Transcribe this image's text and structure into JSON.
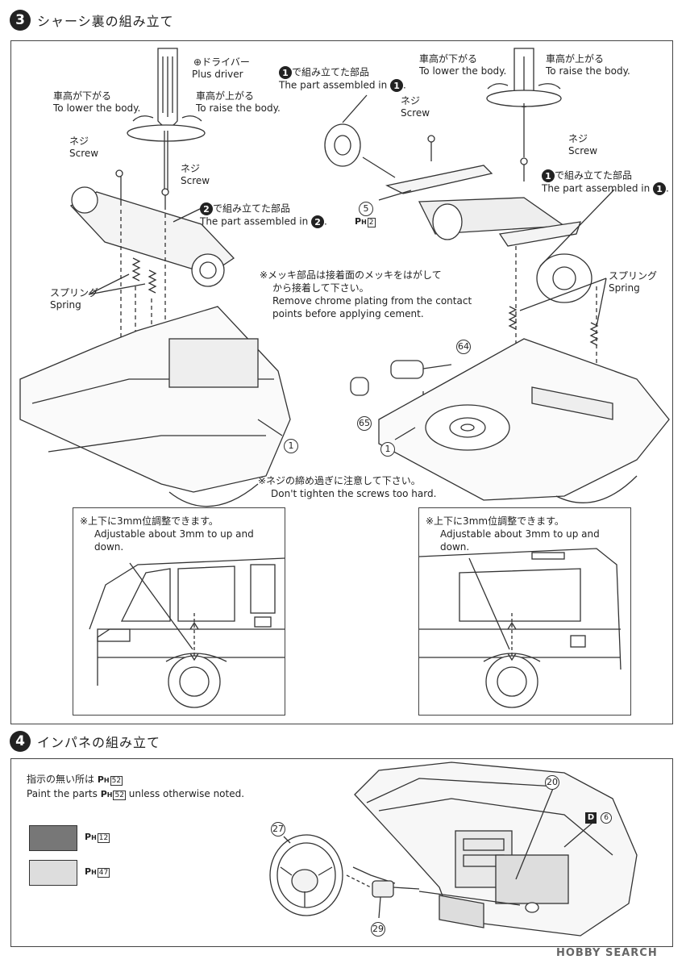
{
  "step3": {
    "number": "3",
    "title": "シャーシ裏の組み立て",
    "left": {
      "driver_jp": "ドライバー",
      "driver_en": "Plus driver",
      "lower_jp": "車高が下がる",
      "lower_en": "To lower the body.",
      "raise_jp": "車高が上がる",
      "raise_en": "To raise the body.",
      "screw1_jp": "ネジ",
      "screw1_en": "Screw",
      "screw2_jp": "ネジ",
      "screw2_en": "Screw",
      "assembled_num": "2",
      "assembled_jp": "で組み立てた部品",
      "assembled_en": "The part assembled in",
      "spring_jp": "スプリング",
      "spring_en": "Spring",
      "part1": "1"
    },
    "right": {
      "assembled1_num": "1",
      "assembled1_jp": "で組み立てた部品",
      "assembled1_en": "The part assembled in",
      "lower_jp": "車高が下がる",
      "lower_en": "To lower the body.",
      "raise_jp": "車高が上がる",
      "raise_en": "To raise the body.",
      "screw1_jp": "ネジ",
      "screw1_en": "Screw",
      "screw2_jp": "ネジ",
      "screw2_en": "Screw",
      "assembled2_num": "1",
      "assembled2_jp": "で組み立てた部品",
      "assembled2_en": "The part assembled in",
      "part5": "5",
      "ph_letter": "P",
      "ph_sub": "H",
      "ph_num": "2",
      "spring_jp": "スプリング",
      "spring_en": "Spring",
      "part64": "64",
      "part65": "65",
      "part1": "1"
    },
    "chrome_note_jp1": "※メッキ部品は接着面のメッキをはがして",
    "chrome_note_jp2": "から接着して下さい。",
    "chrome_note_en1": "Remove chrome plating from the contact",
    "chrome_note_en2": "points before applying cement.",
    "screw_note_jp": "※ネジの締め過ぎに注意して下さい。",
    "screw_note_en": "Don't tighten the screws  too hard.",
    "adjust_left_jp": "※上下に3mm位調整できます。",
    "adjust_left_en": "Adjustable about 3mm to up and down.",
    "adjust_right_jp": "※上下に3mm位調整できます。",
    "adjust_right_en": "Adjustable about 3mm to up and down."
  },
  "step4": {
    "number": "4",
    "title": "インパネの組み立て",
    "paint_jp_pre": "指示の無い所は",
    "paint_ph": "52",
    "paint_en_pre": "Paint the parts",
    "paint_en_post": "unless otherwise noted.",
    "swatch_dark_num": "12",
    "swatch_light_num": "47",
    "swatch_dark_color": "#777777",
    "swatch_light_color": "#dddddd",
    "part20": "20",
    "part27": "27",
    "part29": "29",
    "d_label": "D",
    "d_num": "6"
  },
  "watermark": "HOBBY SEARCH"
}
